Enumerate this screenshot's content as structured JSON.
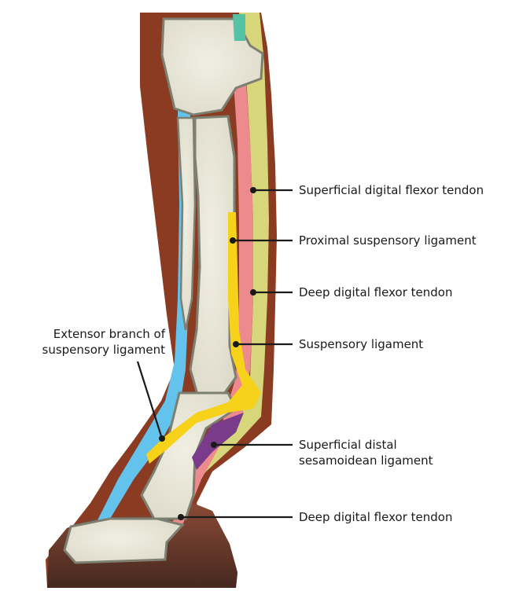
{
  "labels": {
    "superficial_digital_flexor": "Superficial digital flexor tendon",
    "proximal_suspensory": "Proximal suspensory ligament",
    "deep_digital_flexor_upper": "Deep digital flexor tendon",
    "suspensory": "Suspensory ligament",
    "superficial_distal_sesamoidean_line1": "Superficial distal",
    "superficial_distal_sesamoidean_line2": "sesamoidean ligament",
    "deep_digital_flexor_lower": "Deep digital flexor tendon",
    "extensor_branch_line1": "Extensor branch of",
    "extensor_branch_line2": "suspensory ligament"
  },
  "colors": {
    "skin": "#8a3b22",
    "hoof_top": "#7a4a3a",
    "hoof_bottom": "#4a2a22",
    "bone": "#e9e7d9",
    "bone_outline": "#7d8070",
    "extensor_tendon": "#63c3ec",
    "superficial_flexor": "#d7d67a",
    "deep_flexor": "#ec8a8e",
    "suspensory": "#f6d21a",
    "sesamoidean": "#7a3c8a",
    "teal_tendon": "#56c2a4",
    "leader_line": "#1a1a1a"
  }
}
